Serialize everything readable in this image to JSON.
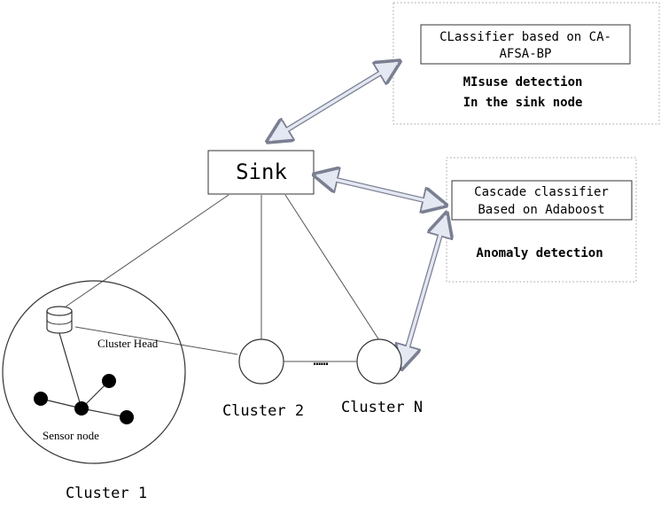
{
  "sink": {
    "label": "Sink"
  },
  "misuse_panel": {
    "classifier_line1": "CLassifier based on CA-",
    "classifier_line2": "AFSA-BP",
    "caption_line1": "MIsuse detection",
    "caption_line2": "In the sink node"
  },
  "anomaly_panel": {
    "classifier_line1": "Cascade classifier",
    "classifier_line2": "Based on Adaboost",
    "caption": "Anomaly detection"
  },
  "clusters": {
    "cluster1": "Cluster 1",
    "cluster2": "Cluster 2",
    "clusterN": "Cluster N",
    "ellipsis": "……",
    "cluster_head": "Cluster Head",
    "sensor_node": "Sensor node"
  },
  "colors": {
    "line": "#555555",
    "box_border": "#333333",
    "panel_border": "#a0a0a0",
    "arrow_fill": "#e4e8f2",
    "arrow_stroke": "#7a7f92",
    "node_fill": "#000000"
  }
}
